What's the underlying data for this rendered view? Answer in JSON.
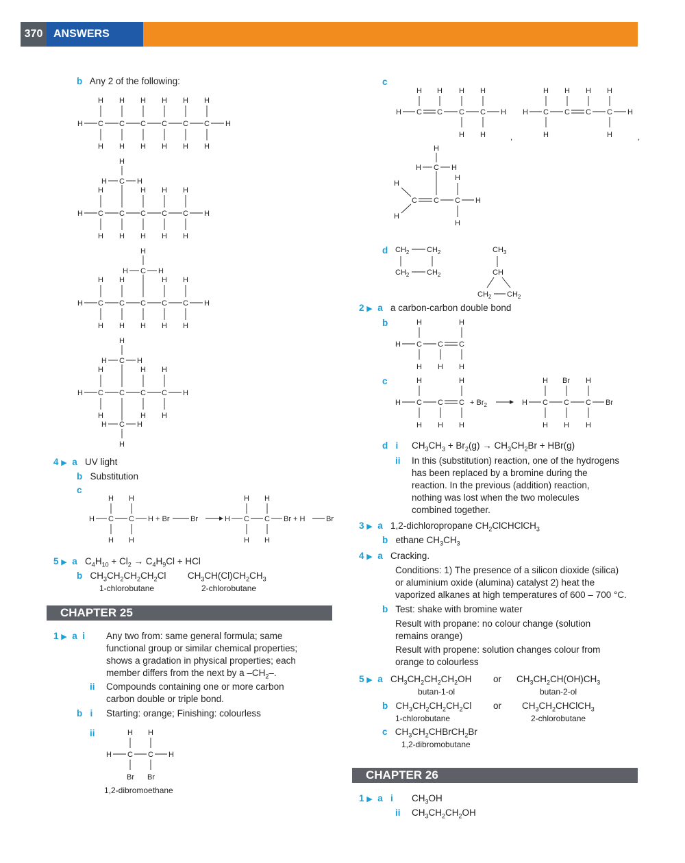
{
  "header": {
    "page_number": "370",
    "title": "ANSWERS"
  },
  "left": {
    "b_label": "b",
    "b_text": "Any 2 of the following:",
    "q4": {
      "num": "4",
      "a": "a",
      "a_text": "UV light",
      "b": "b",
      "b_text": "Substitution",
      "c": "c"
    },
    "q5": {
      "num": "5",
      "a": "a",
      "b": "b",
      "name1": "1-chlorobutane",
      "name2": "2-chlorobutane"
    },
    "chapter25": "CHAPTER 25",
    "c25": {
      "num": "1",
      "a": "a",
      "i": "i",
      "i_text": [
        "Any two from: same general formula; same",
        "functional group or similar chemical properties;",
        "shows a gradation in physical properties; each"
      ],
      "ii": "ii",
      "ii_text": [
        "Compounds containing one or more carbon",
        "carbon double or triple bond."
      ],
      "b": "b",
      "bi": "i",
      "bi_text": "Starting: orange; Finishing: colourless",
      "bii": "ii",
      "dibromo_name": "1,2-dibromoethane"
    }
  },
  "right": {
    "c_label": "c",
    "d_label": "d",
    "q2": {
      "num": "2",
      "a": "a",
      "a_text": "a carbon-carbon double bond",
      "b": "b",
      "c": "c",
      "d": "d",
      "di": "i",
      "dii": "ii",
      "dii_text": [
        "In this (substitution) reaction, one of the hydrogens",
        "has been replaced by a bromine during the",
        "reaction. In the previous (addition) reaction,",
        "nothing was lost when the two molecules",
        "combined together."
      ]
    },
    "q3": {
      "num": "3",
      "a": "a",
      "b": "b"
    },
    "q4": {
      "num": "4",
      "a": "a",
      "a_text": "Cracking.",
      "conditions": [
        "Conditions: 1) The presence of a silicon dioxide (silica)",
        "or aluminium oxide (alumina) catalyst 2) heat the",
        "vaporized alkanes at high temperatures of 600 – 700 °C."
      ],
      "b": "b",
      "test": "Test: shake with bromine water",
      "propane": [
        "Result with propane: no colour change (solution",
        "remains orange)"
      ],
      "propene": [
        "Result with propene: solution changes colour from",
        "orange to colourless"
      ]
    },
    "q5": {
      "num": "5",
      "a": "a",
      "or": "or",
      "a_name1": "butan-1-ol",
      "a_name2": "butan-2-ol",
      "b": "b",
      "b_name1": "1-chlorobutane",
      "b_name2": "2-chlorobutane",
      "c": "c",
      "c_name": "1,2-dibromobutane"
    },
    "chapter26": "CHAPTER 26",
    "c26": {
      "num": "1",
      "a": "a",
      "i": "i",
      "ii": "ii"
    }
  }
}
